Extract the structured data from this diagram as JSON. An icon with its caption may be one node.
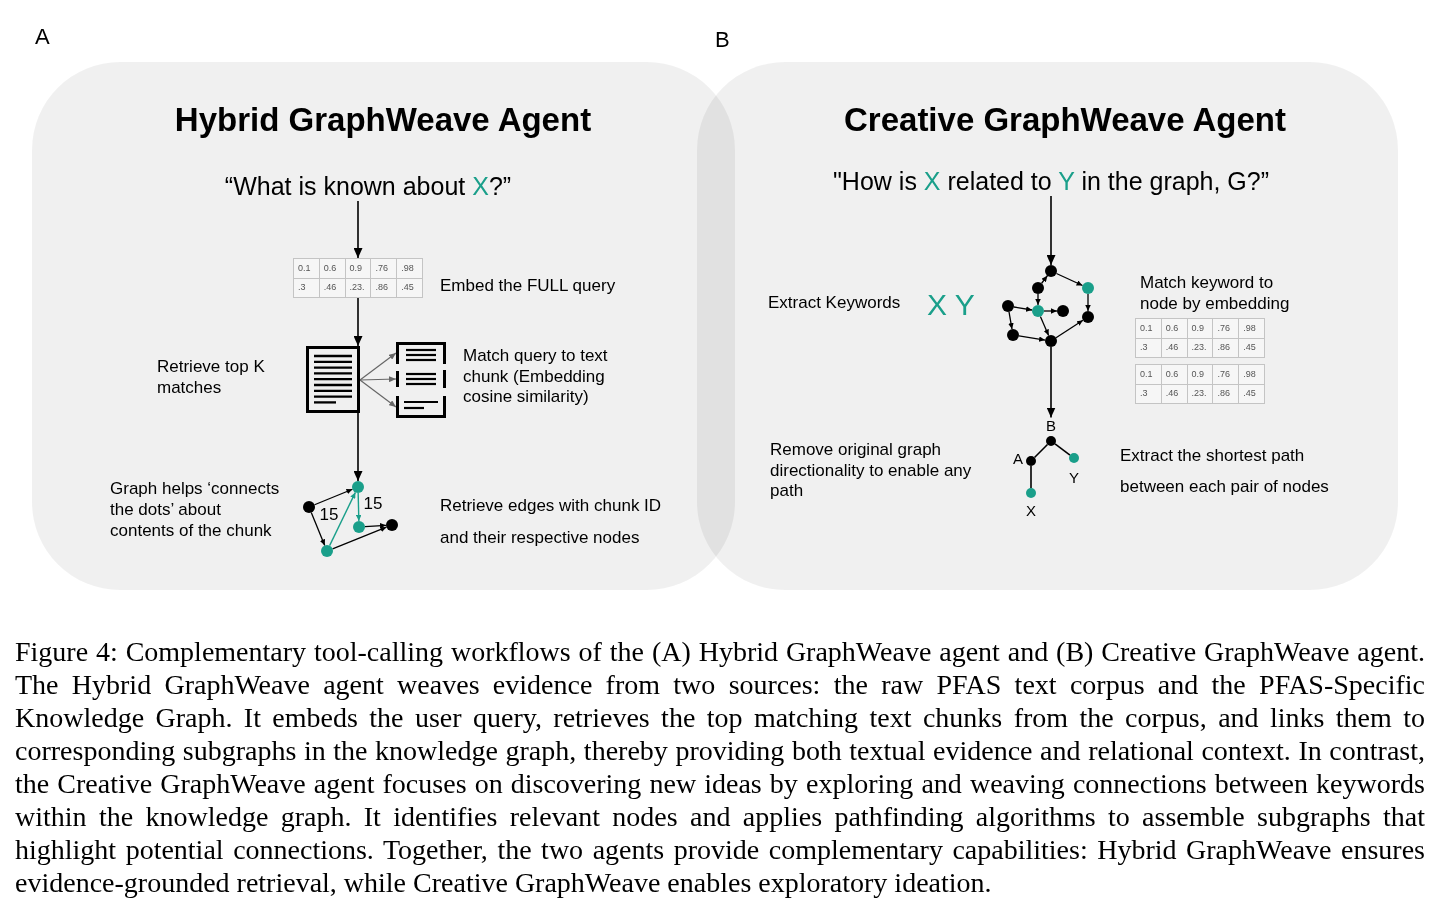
{
  "diagram": {
    "caption": "Figure 4: Complementary tool-calling workflows of the (A) Hybrid GraphWeave agent and (B) Creative GraphWeave agent. The Hybrid GraphWeave agent weaves evidence from two sources: the raw PFAS text corpus and the PFAS-Specific Knowledge Graph. It embeds the user query, retrieves the top matching text chunks from the corpus, and links them to corresponding subgraphs in the knowledge graph, thereby providing both textual evidence and relational context. In contrast, the Creative GraphWeave agent focuses on discovering new ideas by exploring and weaving connections between keywords within the knowledge graph. It identifies relevant nodes and applies pathfinding algorithms to assemble subgraphs that highlight potential connections. Together, the two agents provide complementary capabilities: Hybrid GraphWeave ensures evidence-grounded retrieval, while Creative GraphWeave enables exploratory ideation.",
    "nodes": [
      {
        "text": [
          "Hybrid GraphWeave Agent"
        ],
        "beside": [
          "A"
        ]
      },
      {
        "text": [
          "Creative GraphWeave Agent"
        ],
        "beside": [
          "B"
        ]
      },
      {
        "text": [
          "“What is known about *X*?”"
        ],
        "in": 0
      },
      {
        "text": [
          "0.1",
          "0.6",
          "0.9",
          ".76",
          ".98",
          ".3",
          ".46",
          ".23.",
          ".86",
          ".45"
        ],
        "beside": [
          "Embed the FULL query"
        ],
        "in": 0
      },
      {
        "text": [],
        "shape": "document",
        "beside": [
          "Retrieve top K matches"
        ],
        "in": 0
      },
      {
        "text": [],
        "shape": "document",
        "in": 0
      },
      {
        "text": [],
        "shape": "document",
        "beside": [
          "Match query to text chunk (Embedding cosine similarity)"
        ],
        "in": 0
      },
      {
        "text": [],
        "shape": "document",
        "in": 0
      },
      {
        "text": [],
        "shape": "circle",
        "in": 0
      },
      {
        "text": [],
        "shape": "circle",
        "in": 0
      },
      {
        "text": [],
        "shape": "circle",
        "in": 0
      },
      {
        "text": [],
        "shape": "circle",
        "in": 0
      },
      {
        "text": [],
        "shape": "circle",
        "in": 0
      },
      {
        "text": [
          "\"How is *X* related to *Y* in the graph, G?”"
        ],
        "in": 1
      },
      {
        "text": [],
        "shape": "circle",
        "in": 1
      },
      {
        "text": [],
        "shape": "circle",
        "in": 1
      },
      {
        "text": [],
        "shape": "circle",
        "in": 1
      },
      {
        "text": [],
        "shape": "circle",
        "in": 1
      },
      {
        "text": [],
        "shape": "circle",
        "in": 1
      },
      {
        "text": [],
        "shape": "circle",
        "in": 1
      },
      {
        "text": [],
        "shape": "circle",
        "in": 1
      },
      {
        "text": [],
        "shape": "circle",
        "in": 1
      },
      {
        "text": [],
        "shape": "circle",
        "in": 1
      },
      {
        "text": [
          "0.1",
          "0.6",
          "0.9",
          ".76",
          ".98",
          ".3",
          ".46",
          ".23.",
          ".86",
          ".45"
        ],
        "in": 1
      },
      {
        "text": [
          "0.1",
          "0.6",
          "0.9",
          ".76",
          ".98",
          ".3",
          ".46",
          ".23.",
          ".86",
          ".45"
        ],
        "in": 1
      },
      {
        "text": [],
        "shape": "circle",
        "beside": [
          "A"
        ],
        "in": 1
      },
      {
        "text": [],
        "shape": "circle",
        "beside": [
          "X"
        ],
        "in": 1
      },
      {
        "text": [],
        "shape": "circle",
        "beside": [
          "B"
        ],
        "in": 1
      },
      {
        "text": [],
        "shape": "circle",
        "beside": [
          "Y"
        ],
        "in": 1
      }
    ],
    "edges": [
      {
        "from": 2,
        "to": 3,
        "arrow": "to"
      },
      {
        "from": 3,
        "to": 4,
        "arrow": "to"
      },
      {
        "from": 4,
        "to": 5,
        "arrow": "to",
        "color": "#666666"
      },
      {
        "from": 4,
        "to": 6,
        "arrow": "to",
        "color": "#666666"
      },
      {
        "from": 4,
        "to": 7,
        "arrow": "to",
        "color": "#666666"
      },
      {
        "from": 4,
        "to": 10,
        "arrow": "to"
      },
      {
        "from": 8,
        "to": 10,
        "arrow": "to"
      },
      {
        "from": 8,
        "to": 9,
        "arrow": "to"
      },
      {
        "from": 9,
        "to": 10,
        "arrow": "to",
        "label": "15",
        "color": "#1a9f8a"
      },
      {
        "from": 10,
        "to": 11,
        "arrow": "to",
        "label": "15",
        "color": "#1a9f8a"
      },
      {
        "from": 11,
        "to": 12,
        "arrow": "to"
      },
      {
        "from": 9,
        "to": 12,
        "arrow": "to"
      },
      {
        "from": 13,
        "to": 19,
        "arrow": "to"
      },
      {
        "from": 16,
        "to": 19,
        "arrow": "to"
      },
      {
        "from": 19,
        "to": 21,
        "arrow": "to"
      },
      {
        "from": 16,
        "to": 17,
        "arrow": "to"
      },
      {
        "from": 14,
        "to": 17,
        "arrow": "to"
      },
      {
        "from": 17,
        "to": 20,
        "arrow": "to"
      },
      {
        "from": 17,
        "to": 18,
        "arrow": "to"
      },
      {
        "from": 14,
        "to": 15,
        "arrow": "to"
      },
      {
        "from": 15,
        "to": 18,
        "arrow": "to"
      },
      {
        "from": 18,
        "to": 22,
        "arrow": "to"
      },
      {
        "from": 21,
        "to": 22,
        "arrow": "to"
      },
      {
        "from": 18,
        "to": 27,
        "arrow": "to"
      },
      {
        "from": 27,
        "to": 25,
        "arrow": "none"
      },
      {
        "from": 27,
        "to": 28,
        "arrow": "none"
      },
      {
        "from": 25,
        "to": 26,
        "arrow": "none"
      }
    ],
    "labels": [
      "Graph helps ‘connects the dots’ about contents of the chunk",
      "Retrieve edges with chunk ID and their respective nodes",
      "Extract Keywords",
      "X Y",
      "Match keyword to node by embedding",
      "Remove original graph directionality to enable any path",
      "Extract the shortest path between each pair of nodes"
    ]
  }
}
